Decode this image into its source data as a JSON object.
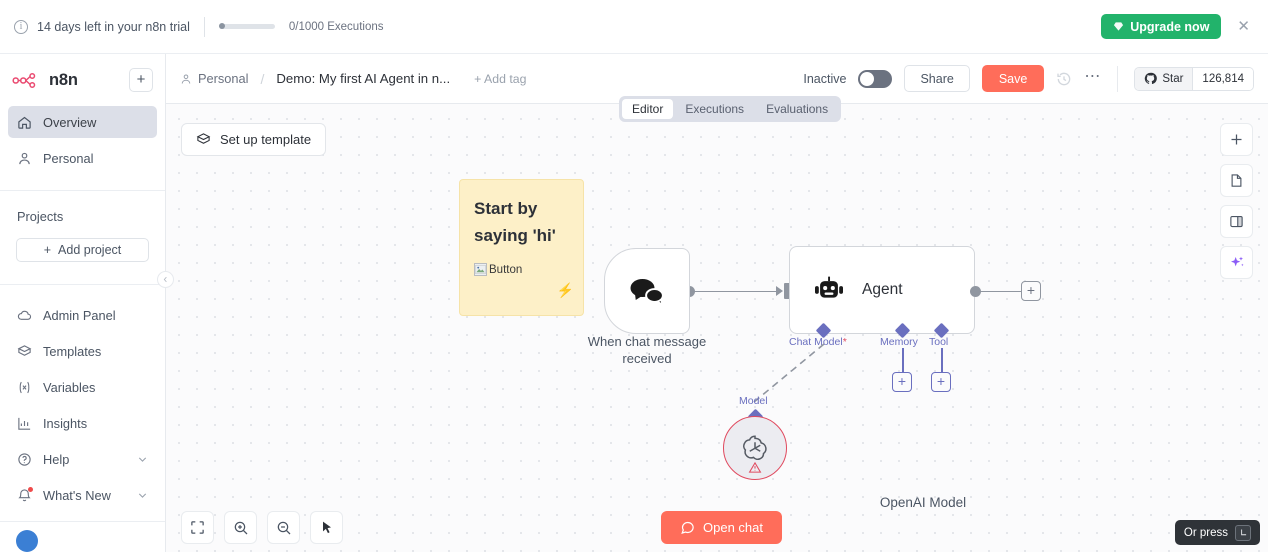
{
  "banner": {
    "info_icon": "info-icon",
    "text": "14 days left in your n8n trial",
    "executions_label": "0/1000 Executions",
    "upgrade_label": "Upgrade now",
    "upgrade_icon": "gem-icon",
    "close_icon": "close-icon",
    "upgrade_color": "#22b36b"
  },
  "sidebar": {
    "logo_text": "n8n",
    "add_label": "+",
    "items": [
      {
        "label": "Overview",
        "icon": "home-icon",
        "active": true
      },
      {
        "label": "Personal",
        "icon": "person-icon",
        "active": false
      }
    ],
    "projects_title": "Projects",
    "add_project_label": "Add project",
    "add_project_icon": "plus-icon",
    "bottom_items": [
      {
        "label": "Admin Panel",
        "icon": "cloud-icon",
        "chevron": false
      },
      {
        "label": "Templates",
        "icon": "template-icon",
        "chevron": false
      },
      {
        "label": "Variables",
        "icon": "variables-icon",
        "chevron": false
      },
      {
        "label": "Insights",
        "icon": "insights-icon",
        "chevron": false
      },
      {
        "label": "Help",
        "icon": "help-icon",
        "chevron": true
      },
      {
        "label": "What's New",
        "icon": "bell-icon",
        "chevron": true
      }
    ],
    "collapse_icon": "chevron-left-icon",
    "avatar_initials": ""
  },
  "header": {
    "breadcrumb_project": "Personal",
    "breadcrumb_icon": "person-icon",
    "separator": "/",
    "workflow_name": "Demo: My first AI Agent in n...",
    "add_tag_label": "+ Add tag",
    "inactive_label": "Inactive",
    "toggle_state": "off",
    "share_label": "Share",
    "save_label": "Save",
    "save_color": "#ff6d5a",
    "history_icon": "history-icon",
    "more_icon": "more-dots-icon",
    "star_label": "Star",
    "star_icon": "github-icon",
    "star_count": "126,814"
  },
  "tabs": [
    {
      "label": "Editor",
      "active": true
    },
    {
      "label": "Executions",
      "active": false
    },
    {
      "label": "Evaluations",
      "active": false
    }
  ],
  "canvas": {
    "setup_template_label": "Set up template",
    "setup_template_icon": "box-icon",
    "sticky": {
      "title_line1": "Start by",
      "title_line2": "saying 'hi'",
      "broken_image_alt": "Button",
      "bolt_icon": "lightning-icon",
      "background": "#fdf0c8"
    },
    "nodes": [
      {
        "name": "chat-trigger",
        "caption_line1": "When chat message",
        "caption_line2": "received",
        "icon": "chat-bubbles-icon"
      },
      {
        "name": "agent",
        "label": "Agent",
        "icon": "robot-icon"
      },
      {
        "name": "openai-model",
        "caption": "OpenAI Model",
        "icon": "openai-icon",
        "status_icon": "warning-triangle-icon",
        "border_color": "#e04a5f"
      }
    ],
    "sub_ports": [
      {
        "label": "Chat Model",
        "required": true
      },
      {
        "label": "Memory",
        "required": false
      },
      {
        "label": "Tool",
        "required": false
      }
    ],
    "model_port_label": "Model",
    "add_node_plus": "+",
    "sub_port_color": "#6a6fbf"
  },
  "bottom_toolbar": {
    "buttons": [
      {
        "name": "zoom-to-fit-button",
        "icon": "fit-screen-icon"
      },
      {
        "name": "zoom-in-button",
        "icon": "zoom-in-icon"
      },
      {
        "name": "zoom-out-button",
        "icon": "zoom-out-icon"
      },
      {
        "name": "reset-zoom-button",
        "icon": "cursor-icon"
      }
    ],
    "open_chat_label": "Open chat",
    "open_chat_icon": "chat-icon"
  },
  "right_toolbar": {
    "buttons": [
      {
        "name": "add-node-button",
        "icon": "plus-icon"
      },
      {
        "name": "add-sticky-note-button",
        "icon": "note-icon"
      },
      {
        "name": "toggle-panel-button",
        "icon": "panel-icon"
      },
      {
        "name": "ai-assistant-button",
        "icon": "sparkle-icon"
      }
    ]
  },
  "press_hint": {
    "text": "Or press",
    "key": "tab-key-icon"
  }
}
